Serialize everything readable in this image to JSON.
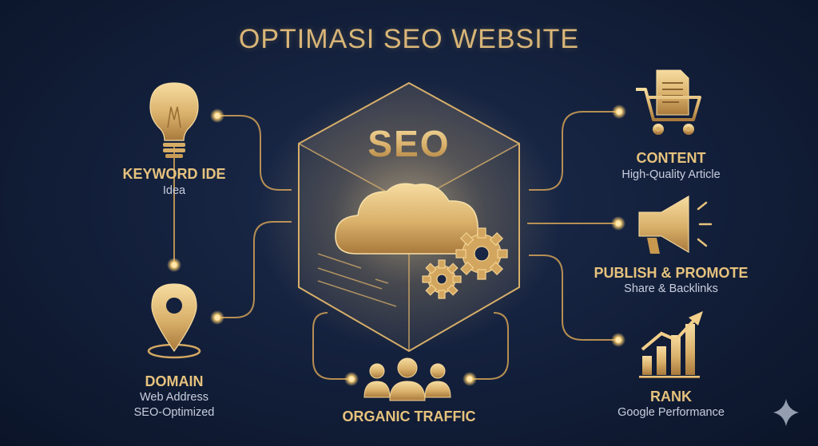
{
  "title": "OPTIMASI SEO WEBSITE",
  "center": {
    "label": "SEO"
  },
  "nodes": {
    "keyword": {
      "label": "KEYWORD IDE",
      "sub": "Idea"
    },
    "domain": {
      "label": "DOMAIN",
      "sub1": "Web Address",
      "sub2": "SEO-Optimized"
    },
    "traffic": {
      "label": "ORGANIC TRAFFIC"
    },
    "content": {
      "label": "CONTENT",
      "sub": "High-Quality Article"
    },
    "publish": {
      "label": "PUBLISH & PROMOTE",
      "sub": "Share & Backlinks"
    },
    "rank": {
      "label": "RANK",
      "sub": "Google Performance"
    }
  },
  "icons": [
    "lightbulb-icon",
    "map-pin-icon",
    "users-icon",
    "shopping-cart-icon",
    "document-icon",
    "megaphone-icon",
    "bar-chart-icon",
    "cloud-icon",
    "gear-icon",
    "sparkle-icon"
  ],
  "colors": {
    "accent": "#e6c27d",
    "background": "#14213d",
    "subtext": "#c9cede"
  }
}
